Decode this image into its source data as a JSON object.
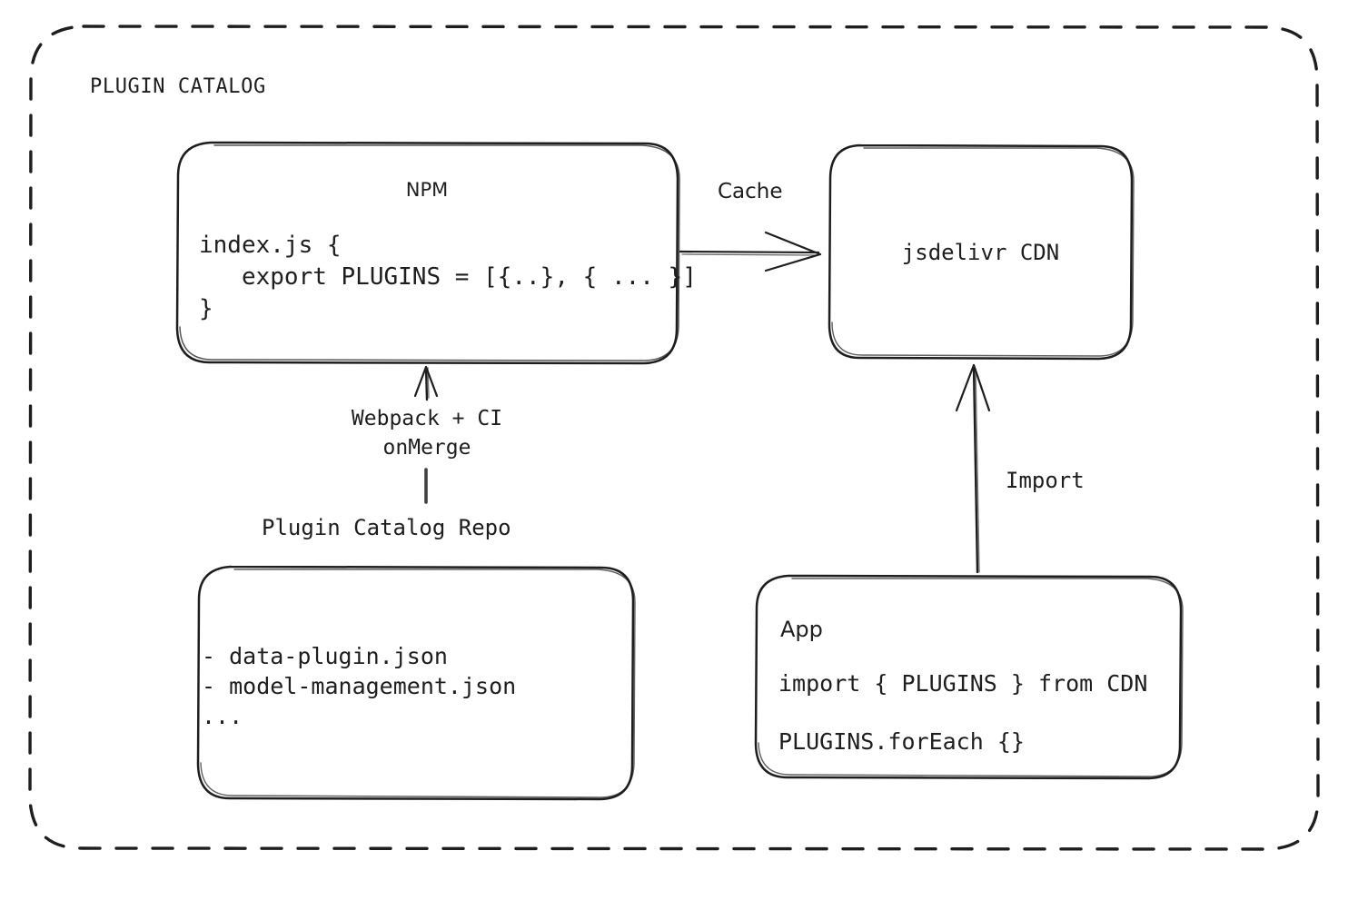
{
  "diagram": {
    "title": "PLUGIN CATALOG",
    "background_color": "#ffffff",
    "stroke_color": "#1e1e1e",
    "style": "hand-drawn"
  },
  "nodes": {
    "npm": {
      "title": "NPM",
      "code_lines": [
        "index.js {",
        "   export PLUGINS = [{..}, { ... }]",
        "}"
      ]
    },
    "cdn": {
      "title": "jsdelivr CDN"
    },
    "repo": {
      "caption": "Plugin Catalog Repo",
      "file_lines": [
        "- data-plugin.json",
        "- model-management.json",
        "..."
      ]
    },
    "app": {
      "title": "App",
      "code_line_1": "import { PLUGINS } from CDN",
      "code_line_2": "PLUGINS.forEach {}"
    }
  },
  "edges": {
    "npm_to_cdn": {
      "label": "Cache"
    },
    "repo_to_npm": {
      "label_line_1": "Webpack + CI",
      "label_line_2": "onMerge"
    },
    "app_to_cdn": {
      "label": "Import"
    }
  }
}
